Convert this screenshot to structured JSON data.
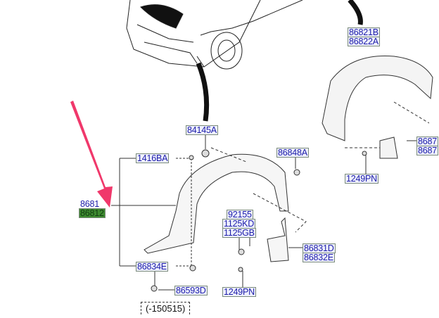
{
  "diagram": {
    "labels": {
      "p86821B": "86821B",
      "p86822A": "86822A",
      "p84145A": "84145A",
      "p1416BA": "1416BA",
      "p86848A": "86848A",
      "p8687a": "8687",
      "p8687b": "8687",
      "p1249PN_right": "1249PN",
      "p8681": "8681",
      "p86812": "86812",
      "p92155": "92155",
      "p1125KD": "1125KD",
      "p1125GB": "1125GB",
      "p86831D": "86831D",
      "p86832E": "86832E",
      "p86834E": "86834E",
      "p86593D": "86593D",
      "p1249PN_bottom": "1249PN"
    },
    "date_note": "(-150515)",
    "selected_part": "86812",
    "colors": {
      "label_text": "#1c1ca8",
      "selected_bg": "#3d8a2f",
      "arrow": "#f0386b"
    }
  }
}
